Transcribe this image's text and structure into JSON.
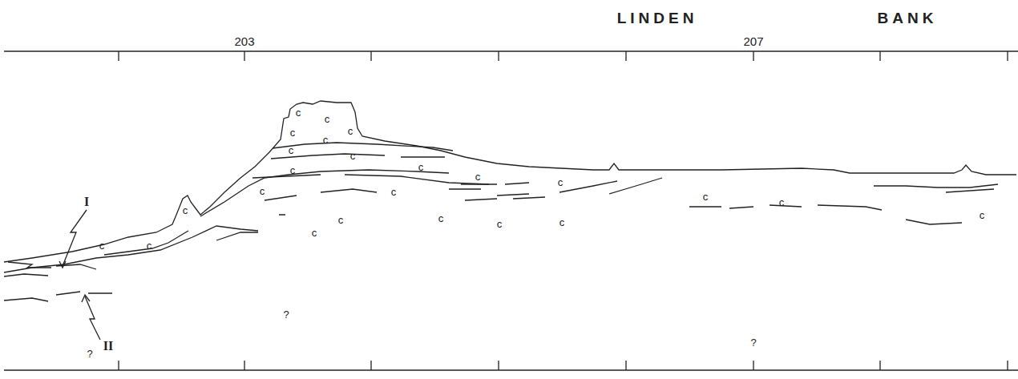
{
  "diagram": {
    "labels": [
      "LINDEN",
      "BANK",
      "203",
      "207",
      "I",
      "II",
      "?",
      "?",
      "?",
      "c",
      "c",
      "c",
      "c",
      "c",
      "c",
      "c",
      "c",
      "c",
      "c",
      "c",
      "c",
      "c",
      "c",
      "c",
      "c",
      "c",
      "c",
      "c",
      "c",
      "c",
      "c",
      "c",
      "c"
    ]
  }
}
